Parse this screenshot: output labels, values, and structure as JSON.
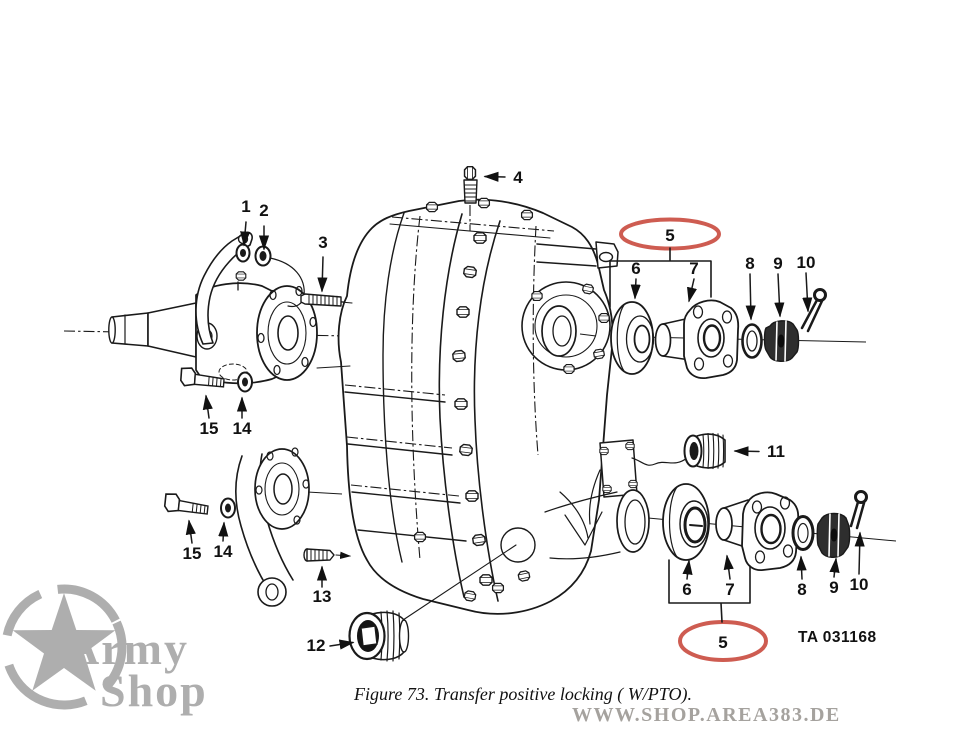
{
  "figure": {
    "caption": "Figure 73. Transfer positive locking ( W/PTO).",
    "ta_number": "TA 031168"
  },
  "callouts": {
    "n1": "1",
    "n2": "2",
    "n3": "3",
    "n4": "4",
    "n5": "5",
    "n6": "6",
    "n7": "7",
    "n8": "8",
    "n9": "9",
    "n10": "10",
    "n11": "11",
    "n12": "12",
    "n13": "13",
    "n14": "14",
    "n15": "15"
  },
  "colors": {
    "highlight_red": "#c63f33",
    "ink": "#1a1a1a",
    "watermark_gray": "#a8a8a8",
    "url_gray": "#a5a29e",
    "paper": "#ffffff"
  },
  "watermark": {
    "brand_line1": "Army",
    "brand_line2": "Shop",
    "url": "WWW.SHOP.AREA383.DE"
  }
}
